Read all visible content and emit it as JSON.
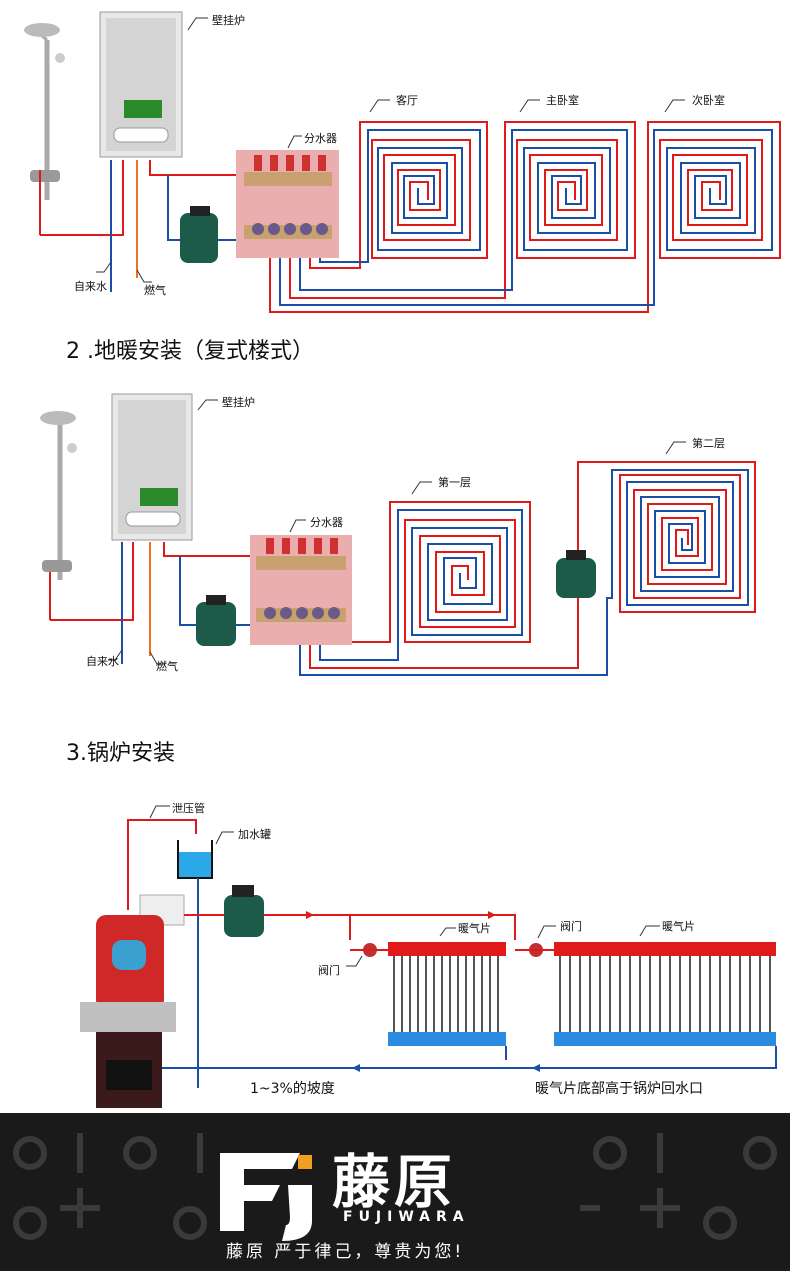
{
  "section1": {
    "labels": {
      "boiler": "壁挂炉",
      "manifold": "分水器",
      "water": "自来水",
      "gas": "燃气",
      "room1": "客厅",
      "room2": "主卧室",
      "room3": "次卧室"
    }
  },
  "section2": {
    "title": "2 .地暖安装（复式楼式）",
    "labels": {
      "boiler": "壁挂炉",
      "manifold": "分水器",
      "water": "自来水",
      "gas": "燃气",
      "floor1": "第一层",
      "floor2": "第二层"
    }
  },
  "section3": {
    "title": "3.锅炉安装",
    "labels": {
      "relief": "泄压管",
      "tank": "加水罐",
      "valve1": "阀门",
      "valve2": "阀门",
      "radiator1": "暖气片",
      "radiator2": "暖气片",
      "slope": "1~3%的坡度",
      "note": "暖气片底部高于锅炉回水口"
    }
  },
  "footer": {
    "brand_cn": "藤原",
    "brand_en": "FUJIWARA",
    "slogan": "藤原    严于律己，尊贵为您!"
  },
  "colors": {
    "hot": "#e01a1a",
    "cold": "#1a4fa8",
    "gas": "#f07020",
    "manifold_bg": "#e8a0a0",
    "pump": "#1c5a4a",
    "radiator_top": "#e01a1a",
    "radiator_bottom": "#2a8be0"
  }
}
